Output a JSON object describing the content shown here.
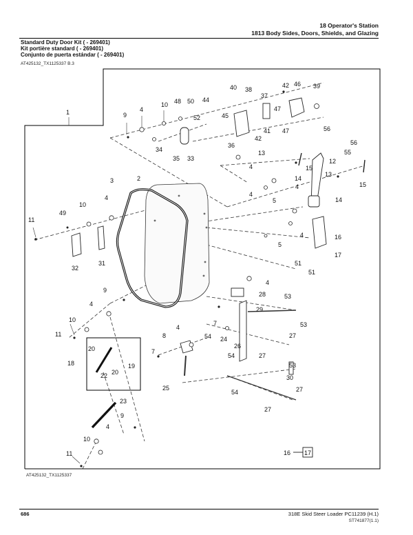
{
  "header": {
    "section": "18 Operator's Station",
    "group": "1813 Body Sides, Doors, Shields, and Glazing"
  },
  "kit": {
    "line_en": "Standard Duty Door Kit ( - 269401)",
    "line_fr": "Kit portière standard ( - 269401)",
    "line_es": "Conjunto de puerta estándar ( - 269401)"
  },
  "figure": {
    "ref_top": "AT425132_TX1125337 B.3",
    "ref_bottom": "AT425132_TX1125337",
    "callouts": [
      "1",
      "2",
      "3",
      "4",
      "4",
      "4",
      "4",
      "4",
      "4",
      "4",
      "4",
      "4",
      "4",
      "5",
      "5",
      "7",
      "7",
      "8",
      "9",
      "9",
      "9",
      "10",
      "10",
      "10",
      "10",
      "11",
      "11",
      "11",
      "12",
      "13",
      "13",
      "14",
      "14",
      "15",
      "15",
      "16",
      "17",
      "18",
      "19",
      "20",
      "20",
      "22",
      "23",
      "24",
      "25",
      "26",
      "27",
      "27",
      "27",
      "27",
      "28",
      "29",
      "30",
      "31",
      "32",
      "33",
      "34",
      "35",
      "36",
      "37",
      "38",
      "39",
      "40",
      "41",
      "42",
      "42",
      "44",
      "45",
      "46",
      "47",
      "47",
      "48",
      "49",
      "50",
      "51",
      "51",
      "52",
      "53",
      "53",
      "53",
      "54",
      "54",
      "54",
      "55",
      "56",
      "56",
      "16",
      "17"
    ]
  },
  "footer": {
    "page": "686",
    "title": "318E Skid Steer Loader   PC11239   (H.1)",
    "code": "ST741877(1.1)"
  }
}
